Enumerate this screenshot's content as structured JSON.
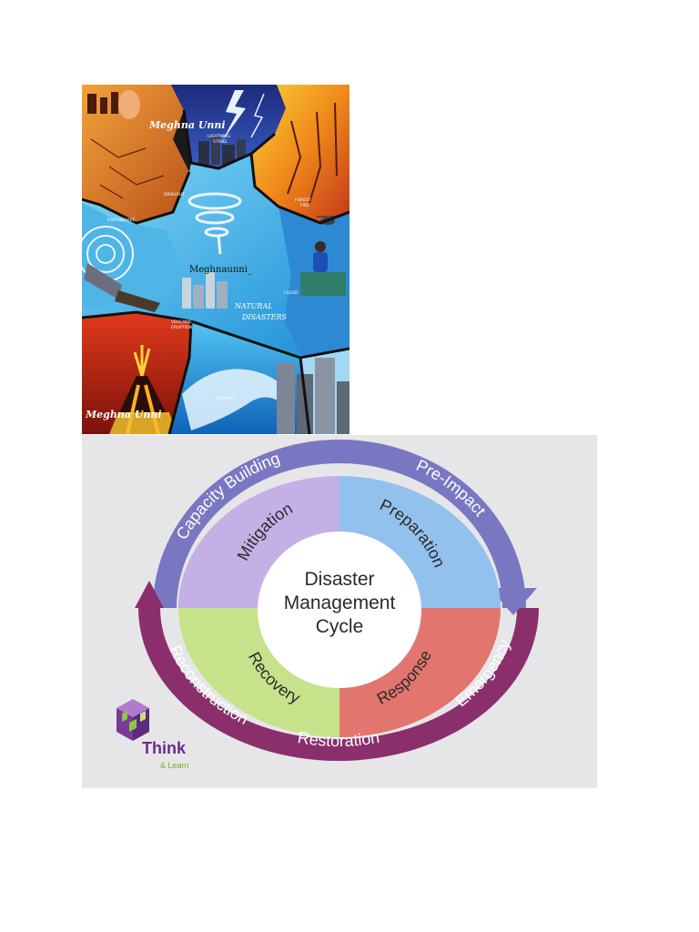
{
  "painting": {
    "signature_top": "Meghna Unni",
    "signature_bottom": "Meghna Unni",
    "watermark": "Meghnaunni_",
    "title_line1": "NATURAL",
    "title_line2": "DISASTERS",
    "labels": {
      "lightning_line1": "LIGHTNING",
      "lightning_line2": "STRIKE",
      "drought": "DROUGHT",
      "forest_fire_line1": "FOREST",
      "forest_fire_line2": "FIRE",
      "earthquake": "EARTHQUAKE",
      "flood": "FLOOD",
      "volcanic_line1": "VOLCANIC",
      "volcanic_line2": "ERUPTION",
      "tsunami": "TSUNAMI"
    }
  },
  "cycle": {
    "center_line1": "Disaster",
    "center_line2": "Management",
    "center_line3": "Cycle",
    "quadrants": {
      "mitigation": "Mitigation",
      "preparation": "Preparation",
      "response": "Response",
      "recovery": "Recovery"
    },
    "ring": {
      "capacity_building": "Capacity Building",
      "pre_impact": "Pre-Impact",
      "emergency": "Emergency",
      "restoration": "Restoration",
      "reconstruction": "Reconstruction"
    },
    "logo": {
      "word": "Think",
      "sub": "& Learn"
    },
    "colors": {
      "mitigation": "#c5b0e6",
      "preparation": "#93c1ee",
      "response": "#e3756f",
      "recovery": "#c6e38c",
      "ring_blue": "#7a77c2",
      "ring_purple": "#8a2f6c",
      "background": "#e6e6e8"
    }
  }
}
